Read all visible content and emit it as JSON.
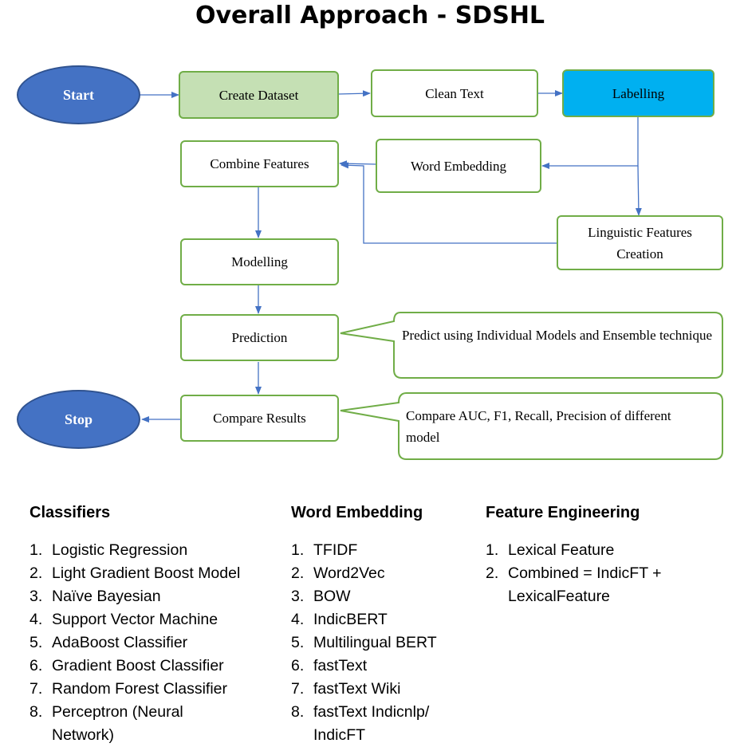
{
  "title": "Overall Approach - SDSHL",
  "flow": {
    "start": "Start",
    "stop": "Stop",
    "create_dataset": "Create Dataset",
    "clean_text": "Clean Text",
    "labelling": "Labelling",
    "combine_features": "Combine Features",
    "word_embedding": "Word Embedding",
    "linguistic_features": "Linguistic Features Creation",
    "modelling": "Modelling",
    "prediction": "Prediction",
    "compare_results": "Compare Results"
  },
  "callouts": {
    "prediction_note": "Predict using Individual Models and Ensemble technique",
    "compare_note": "Compare AUC, F1, Recall, Precision of different model"
  },
  "colors": {
    "node_border": "#70ad47",
    "create_dataset_fill": "#c5e0b4",
    "labelling_fill": "#00b0f0",
    "ellipse_fill": "#4472c4",
    "arrow": "#4472c4"
  },
  "classifiers": {
    "heading": "Classifiers",
    "items": [
      "Logistic Regression",
      "Light Gradient Boost Model",
      "Naïve Bayesian",
      "Support Vector Machine",
      "AdaBoost Classifier",
      "Gradient Boost Classifier",
      "Random Forest Classifier",
      "Perceptron (Neural Network)"
    ]
  },
  "word_embeddings": {
    "heading": "Word Embedding",
    "items": [
      "TFIDF",
      "Word2Vec",
      "BOW",
      "IndicBERT",
      "Multilingual BERT",
      "fastText",
      "fastText Wiki",
      "fastText Indicnlp/ IndicFT"
    ]
  },
  "feature_engineering": {
    "heading": "Feature Engineering",
    "items": [
      "Lexical Feature",
      "Combined = IndicFT + LexicalFeature"
    ]
  }
}
